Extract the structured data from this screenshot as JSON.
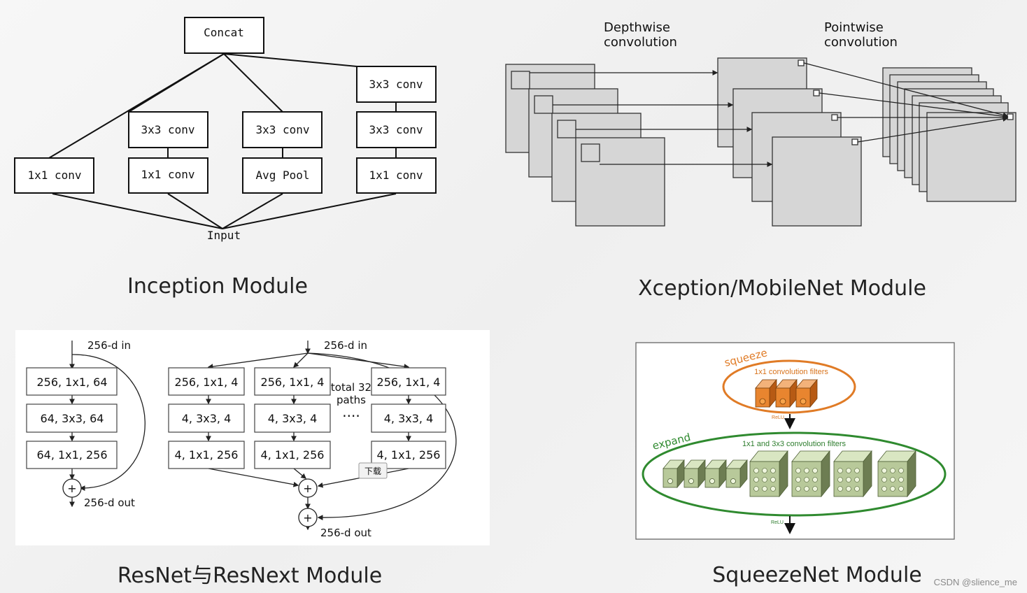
{
  "inception": {
    "concat": "Concat",
    "conv3x3": "3x3 conv",
    "conv1x1": "1x1 conv",
    "avgpool": "Avg Pool",
    "input": "Input",
    "caption": "Inception Module"
  },
  "xception": {
    "depthwise": "Depthwise",
    "depthwise2": "convolution",
    "pointwise": "Pointwise",
    "pointwise2": "convolution",
    "caption": "Xception/MobileNet Module"
  },
  "resnet": {
    "in_label": "256-d in",
    "out_label": "256-d out",
    "res_b1": "256, 1x1, 64",
    "res_b2": "64, 3x3, 64",
    "res_b3": "64, 1x1, 256",
    "nx_b1": "256, 1x1, 4",
    "nx_b2": "4, 3x3, 4",
    "nx_b3": "4, 1x1, 256",
    "total1": "total 32",
    "total2": "paths",
    "dots": "····",
    "plus": "+",
    "tooltip": "下载",
    "caption": "ResNet与ResNext Module"
  },
  "squeeze": {
    "squeeze_label": "squeeze",
    "squeeze_filters": "1x1 convolution filters",
    "relu": "ReLU",
    "expand_label": "expand",
    "expand_filters": "1x1 and 3x3 convolution filters",
    "caption": "SqueezeNet Module",
    "colors": {
      "orange": "#e07b26",
      "green": "#2f8a2f",
      "filters_text_orange": "#d8731c",
      "filters_text_green": "#2e7d2e"
    }
  },
  "watermark": "CSDN @slience_me"
}
